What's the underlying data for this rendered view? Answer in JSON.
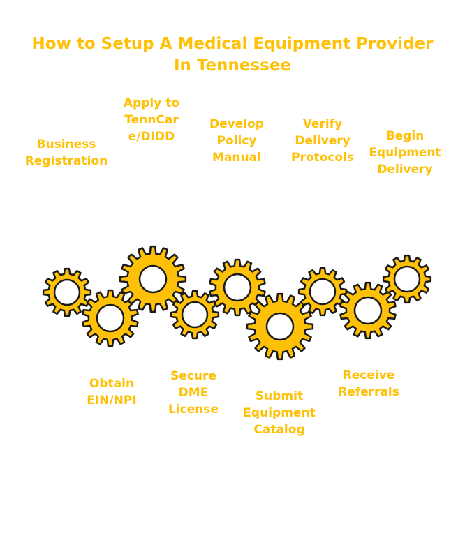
{
  "title": "How to Setup A Medical Equipment Provider\nIn Tennessee",
  "colors": {
    "accent": "#ffc107",
    "stroke": "#1a1a1a",
    "background": "#ffffff"
  },
  "steps": {
    "business_registration": "Business\nRegistration",
    "obtain_ein_npi": "Obtain\nEIN/NPI",
    "apply_tenncare": "Apply to\nTennCar\ne/DIDD",
    "secure_dme_license": "Secure\nDME\nLicense",
    "develop_policy_manual": "Develop\nPolicy\nManual",
    "submit_equipment_catalog": "Submit\nEquipment\nCatalog",
    "verify_delivery_protocols": "Verify\nDelivery\nProtocols",
    "receive_referrals": "Receive\nReferrals",
    "begin_equipment_delivery": "Begin\nEquipment\nDelivery"
  }
}
